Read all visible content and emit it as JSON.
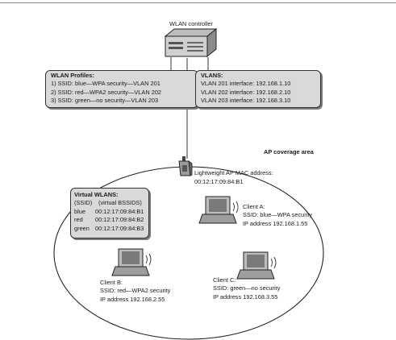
{
  "controller": {
    "label": "WLAN controller"
  },
  "profiles": {
    "title": "WLAN Profiles:",
    "lines": [
      "1) SSID: blue—WPA security—VLAN 201",
      "2) SSID: red—WPA2 security—VLAN 202",
      "3) SSID: green—no security—VLAN 203"
    ]
  },
  "vlans": {
    "title": "VLANS:",
    "lines": [
      "VLAN 201 interface: 192.168.1.10",
      "VLAN 202 interface: 192.168.2.10",
      "VLAN 203 interface: 192.168.3.10"
    ]
  },
  "coverage": {
    "label": "AP coverage area"
  },
  "ap": {
    "line1": "Lightweight AP MAC address:",
    "line2": "00:12:17:09:84:B1"
  },
  "virtual_wlans": {
    "title": "Virtual WLANS:",
    "header": [
      "(SSID)",
      "(virtual BSSIDS)"
    ],
    "rows": [
      [
        "blue",
        "00:12:17:09:84:B1"
      ],
      [
        "red",
        "00:12:17:09:84:B2"
      ],
      [
        "green",
        "00:12:17:09:84:B3"
      ]
    ]
  },
  "clients": {
    "a": {
      "name": "Client A:",
      "ssid": "SSID: blue—WPA security",
      "ip": "IP address 192.168.1.55"
    },
    "b": {
      "name": "Client B:",
      "ssid": "SSID: red—WPA2 security",
      "ip": "IP address 192.168.2.55"
    },
    "c": {
      "name": "Client C:",
      "ssid": "SSID: green—no security",
      "ip": "IP address 192.168.3.55"
    }
  }
}
